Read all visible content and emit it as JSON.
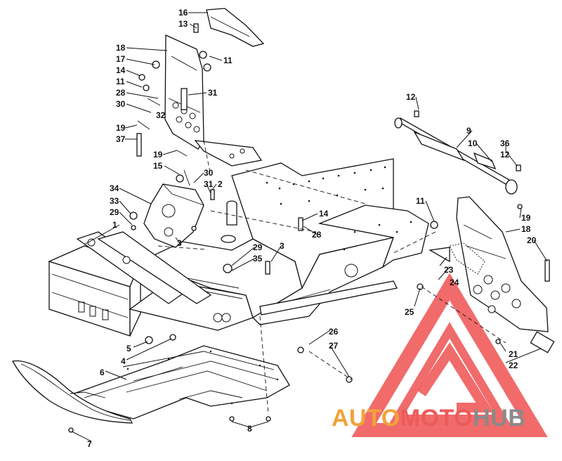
{
  "watermark": {
    "part1": "AUTO",
    "part2": "MOTO",
    "part3": "HUB",
    "color1": "#f2a23a",
    "color2": "#ee5a5a",
    "color3": "#8a8a8a",
    "logo_color": "#ef5b5b"
  },
  "callouts": [
    {
      "id": "c16a",
      "text": "16"
    },
    {
      "id": "c13a",
      "text": "13"
    },
    {
      "id": "c18a",
      "text": "18"
    },
    {
      "id": "c17",
      "text": "17"
    },
    {
      "id": "c11a",
      "text": "11"
    },
    {
      "id": "c14a",
      "text": "14"
    },
    {
      "id": "c11b",
      "text": "11"
    },
    {
      "id": "c28a",
      "text": "28"
    },
    {
      "id": "c31a",
      "text": "31"
    },
    {
      "id": "c30a",
      "text": "30"
    },
    {
      "id": "c32",
      "text": "32"
    },
    {
      "id": "c19a",
      "text": "19"
    },
    {
      "id": "c37",
      "text": "37"
    },
    {
      "id": "c19b",
      "text": "19"
    },
    {
      "id": "c15",
      "text": "15"
    },
    {
      "id": "c30b",
      "text": "30"
    },
    {
      "id": "c31b",
      "text": "31"
    },
    {
      "id": "c2",
      "text": "2"
    },
    {
      "id": "c34",
      "text": "34"
    },
    {
      "id": "c33",
      "text": "33"
    },
    {
      "id": "c29a",
      "text": "29"
    },
    {
      "id": "c1",
      "text": "1"
    },
    {
      "id": "c3a",
      "text": "3"
    },
    {
      "id": "c29b",
      "text": "29"
    },
    {
      "id": "c3b",
      "text": "3"
    },
    {
      "id": "c35",
      "text": "35"
    },
    {
      "id": "c14b",
      "text": "14"
    },
    {
      "id": "c28b",
      "text": "28"
    },
    {
      "id": "c12a",
      "text": "12"
    },
    {
      "id": "c9",
      "text": "9"
    },
    {
      "id": "c10",
      "text": "10"
    },
    {
      "id": "c36",
      "text": "36"
    },
    {
      "id": "c12b",
      "text": "12"
    },
    {
      "id": "c11c",
      "text": "11"
    },
    {
      "id": "c19c",
      "text": "19"
    },
    {
      "id": "c18b",
      "text": "18"
    },
    {
      "id": "c20",
      "text": "20"
    },
    {
      "id": "c23",
      "text": "23"
    },
    {
      "id": "c24",
      "text": "24"
    },
    {
      "id": "c25",
      "text": "25"
    },
    {
      "id": "c21",
      "text": "21"
    },
    {
      "id": "c22",
      "text": "22"
    },
    {
      "id": "c26",
      "text": "26"
    },
    {
      "id": "c27",
      "text": "27"
    },
    {
      "id": "c5",
      "text": "5"
    },
    {
      "id": "c4",
      "text": "4"
    },
    {
      "id": "c6",
      "text": "6"
    },
    {
      "id": "c8",
      "text": "8"
    },
    {
      "id": "c7",
      "text": "7"
    }
  ]
}
